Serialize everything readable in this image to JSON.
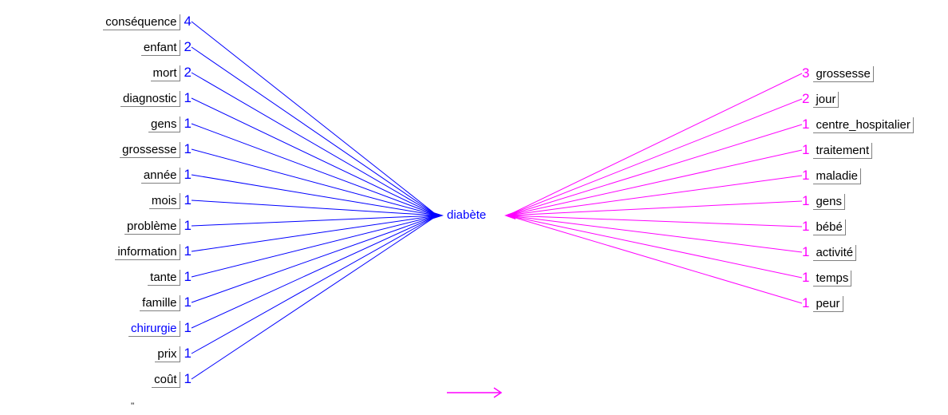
{
  "center": {
    "label": "diabète",
    "color": "#0000ff"
  },
  "colors": {
    "left": "#0000ff",
    "right": "#ff00ff",
    "label": "#000000",
    "highlight": "#0000ff"
  },
  "left_terms": [
    {
      "term": "conséquence",
      "count": "4"
    },
    {
      "term": "enfant",
      "count": "2"
    },
    {
      "term": "mort",
      "count": "2"
    },
    {
      "term": "diagnostic",
      "count": "1"
    },
    {
      "term": "gens",
      "count": "1"
    },
    {
      "term": "grossesse",
      "count": "1"
    },
    {
      "term": "année",
      "count": "1"
    },
    {
      "term": "mois",
      "count": "1"
    },
    {
      "term": "problème",
      "count": "1"
    },
    {
      "term": "information",
      "count": "1"
    },
    {
      "term": "tante",
      "count": "1"
    },
    {
      "term": "famille",
      "count": "1"
    },
    {
      "term": "chirurgie",
      "count": "1",
      "highlight": true
    },
    {
      "term": "prix",
      "count": "1"
    },
    {
      "term": "coût",
      "count": "1"
    }
  ],
  "right_terms": [
    {
      "term": "grossesse",
      "count": "3"
    },
    {
      "term": "jour",
      "count": "2"
    },
    {
      "term": "centre_hospitalier",
      "count": "1"
    },
    {
      "term": "traitement",
      "count": "1"
    },
    {
      "term": "maladie",
      "count": "1"
    },
    {
      "term": "gens",
      "count": "1"
    },
    {
      "term": "bébé",
      "count": "1"
    },
    {
      "term": "activité",
      "count": "1"
    },
    {
      "term": "temps",
      "count": "1"
    },
    {
      "term": "peur",
      "count": "1"
    }
  ],
  "legend": {
    "arrow_icon": "right-arrow-icon",
    "color": "#ff00ff"
  },
  "footer_mark": "''"
}
